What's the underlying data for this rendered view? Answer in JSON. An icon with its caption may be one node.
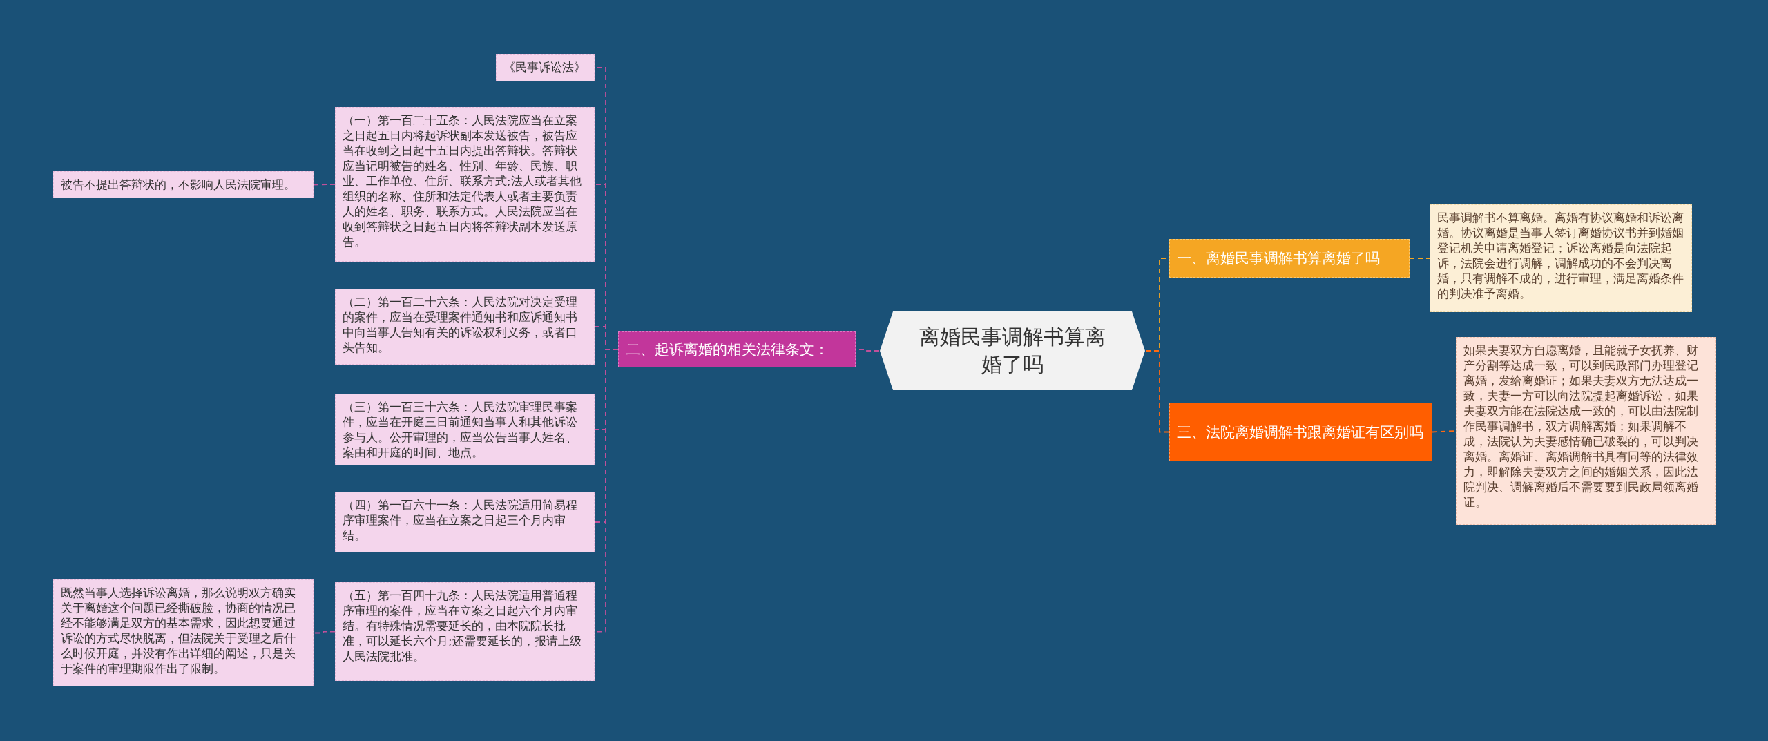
{
  "diagram": {
    "nodes": [
      {
        "text": [
          "离婚民事调解书算离婚了吗"
        ]
      },
      {
        "text": [
          "一、离婚民事调解书算离婚了吗"
        ]
      },
      {
        "text": [
          "民事调解书不算离婚。离婚有协议离婚和诉讼离婚。协议离婚是当事人签订离婚协议书并到婚姻登记机关申请离婚登记；诉讼离婚是向法院起诉，法院会进行调解，调解成功的不会判决离婚，只有调解不成的，进行审理，满足离婚条件的判决准予离婚。"
        ]
      },
      {
        "text": [
          "三、法院离婚调解书跟离婚证有区别吗"
        ]
      },
      {
        "text": [
          "如果夫妻双方自愿离婚，且能就子女抚养、财产分割等达成一致，可以到民政部门办理登记离婚，发给离婚证；如果夫妻双方无法达成一致，夫妻一方可以向法院提起离婚诉讼，如果夫妻双方能在法院达成一致的，可以由法院制作民事调解书，双方调解离婚；如果调解不成，法院认为夫妻感情确已破裂的，可以判决离婚。离婚证、离婚调解书具有同等的法律效力，即解除夫妻双方之间的婚姻关系，因此法院判决、调解离婚后不需要要到民政局领离婚证。"
        ]
      },
      {
        "text": [
          "二、起诉离婚的相关法律条文："
        ]
      },
      {
        "text": [
          "《民事诉讼法》"
        ]
      },
      {
        "text": [
          "（一）第一百二十五条：人民法院应当在立案之日起五日内将起诉状副本发送被告，被告应当在收到之日起十五日内提出答辩状。答辩状应当记明被告的姓名、性别、年龄、民族、职业、工作单位、住所、联系方式;法人或者其他组织的名称、住所和法定代表人或者主要负责人的姓名、职务、联系方式。人民法院应当在收到答辩状之日起五日内将答辩状副本发送原告。"
        ]
      },
      {
        "text": [
          "被告不提出答辩状的，不影响人民法院审理。"
        ]
      },
      {
        "text": [
          "（二）第一百二十六条：人民法院对决定受理的案件，应当在受理案件通知书和应诉通知书中向当事人告知有关的诉讼权利义务，或者口头告知。"
        ]
      },
      {
        "text": [
          "（三）第一百三十六条：人民法院审理民事案件，应当在开庭三日前通知当事人和其他诉讼参与人。公开审理的，应当公告当事人姓名、案由和开庭的时间、地点。"
        ]
      },
      {
        "text": [
          "（四）第一百六十一条：人民法院适用简易程序审理案件，应当在立案之日起三个月内审结。"
        ]
      },
      {
        "text": [
          "（五）第一百四十九条：人民法院适用普通程序审理的案件，应当在立案之日起六个月内审结。有特殊情况需要延长的，由本院院长批准，可以延长六个月;还需要延长的，报请上级人民法院批准。"
        ]
      },
      {
        "text": [
          "既然当事人选择诉讼离婚，那么说明双方确实关于离婚这个问题已经撕破脸，协商的情况已经不能够满足双方的基本需求，因此想要通过诉讼的方式尽快脱离，但法院关于受理之后什么时候开庭，并没有作出详细的阐述，只是关于案件的审理期限作出了限制。"
        ]
      }
    ],
    "edges": [
      {
        "from": 0,
        "to": 1,
        "arrow": "none",
        "color": "#f5a623"
      },
      {
        "from": 1,
        "to": 2,
        "arrow": "none",
        "color": "#f5a623"
      },
      {
        "from": 0,
        "to": 3,
        "arrow": "none",
        "color": "#ff6a10"
      },
      {
        "from": 3,
        "to": 4,
        "arrow": "none",
        "color": "#ff6a10"
      },
      {
        "from": 0,
        "to": 5,
        "arrow": "none"
      },
      {
        "from": 5,
        "to": 6,
        "arrow": "none"
      },
      {
        "from": 5,
        "to": 7,
        "arrow": "none"
      },
      {
        "from": 7,
        "to": 8,
        "arrow": "none"
      },
      {
        "from": 5,
        "to": 9,
        "arrow": "none"
      },
      {
        "from": 5,
        "to": 10,
        "arrow": "none"
      },
      {
        "from": 5,
        "to": 11,
        "arrow": "none"
      },
      {
        "from": 5,
        "to": 12,
        "arrow": "none"
      },
      {
        "from": 12,
        "to": 13,
        "arrow": "none"
      }
    ]
  }
}
